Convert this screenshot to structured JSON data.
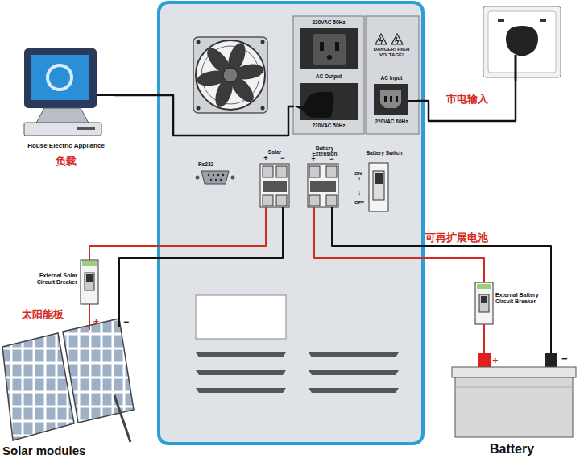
{
  "diagram": {
    "nodes": [
      {
        "text": [
          "House Electric Appliance",
          "负载"
        ]
      },
      {
        "text": [
          "220VAC 50Hz",
          "AC Output",
          "220VAC 50Hz"
        ]
      },
      {
        "text": [
          "DANGER! HIGH VOLTAGE!",
          "AC Input",
          "220VAC 60Hz"
        ]
      },
      {
        "text": [
          "市电输入"
        ]
      },
      {
        "text": [
          "Solar",
          "+",
          "−"
        ]
      },
      {
        "text": [
          "Battery Extension",
          "+",
          "−"
        ]
      },
      {
        "text": [
          "Battery Switch",
          "ON",
          "OFF"
        ]
      },
      {
        "text": [
          "External Solar Circuit Breaker"
        ]
      },
      {
        "text": [
          "太阳能板",
          "+",
          "−",
          "Solar modules"
        ]
      },
      {
        "text": [
          "External Battery Circuit Breaker"
        ]
      },
      {
        "text": [
          "+",
          "−",
          "Battery"
        ]
      }
    ],
    "edges": [
      {
        "from": 0,
        "to": 1,
        "arrow": "none"
      },
      {
        "from": 3,
        "to": 2,
        "arrow": "none"
      },
      {
        "from": 7,
        "to": 4,
        "arrow": "none"
      },
      {
        "from": 8,
        "to": 7,
        "arrow": "none"
      },
      {
        "from": 8,
        "to": 4,
        "arrow": "none"
      },
      {
        "from": 5,
        "to": 9,
        "arrow": "none"
      },
      {
        "from": 9,
        "to": 10,
        "arrow": "none"
      },
      {
        "from": 5,
        "to": 10,
        "label": "可再扩展电池",
        "arrow": "none"
      }
    ],
    "labels": [
      "Rs232",
      "↑",
      "↓"
    ]
  }
}
